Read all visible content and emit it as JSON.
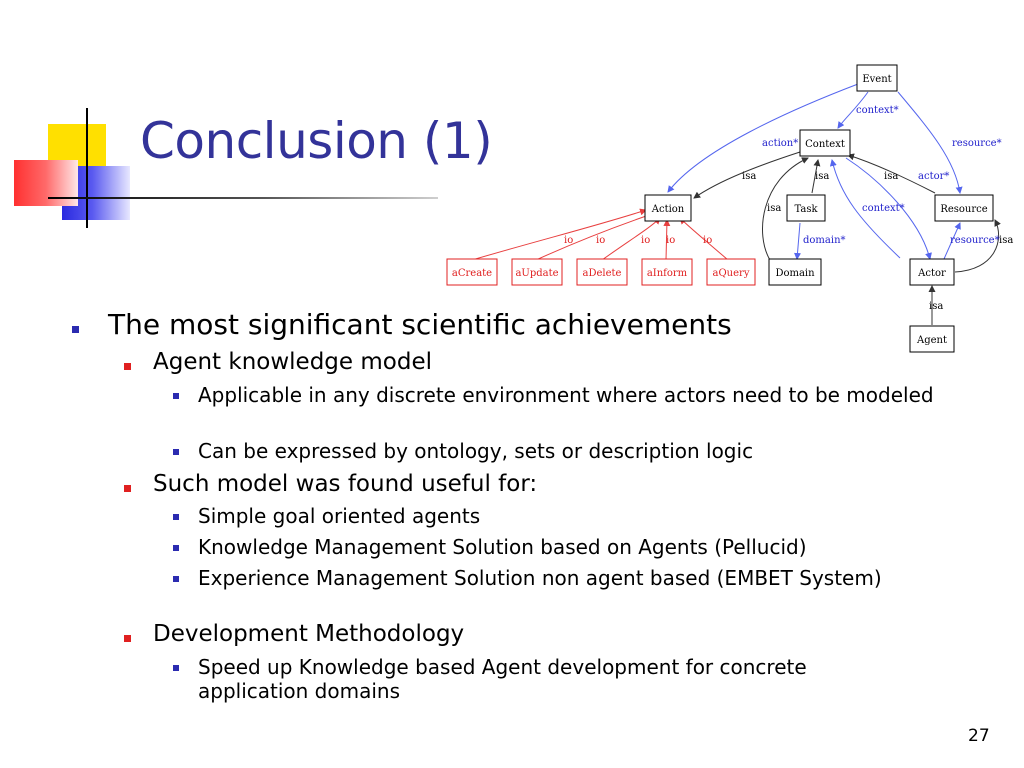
{
  "slide": {
    "title": "Conclusion (1)",
    "page_number": "27"
  },
  "diagram": {
    "nodes": {
      "event": "Event",
      "context": "Context",
      "action": "Action",
      "task": "Task",
      "resource": "Resource",
      "domain": "Domain",
      "actor": "Actor",
      "agent": "Agent",
      "acreate": "aCreate",
      "aupdate": "aUpdate",
      "adelete": "aDelete",
      "ainform": "aInform",
      "aquery": "aQuery"
    },
    "edge_labels": {
      "context_star_1": "context*",
      "action_star": "action*",
      "resource_star_1": "resource*",
      "isa_1": "isa",
      "isa_2": "isa",
      "isa_3": "isa",
      "actor_star": "actor*",
      "isa_task": "isa",
      "context_star_2": "context*",
      "domain_star": "domain*",
      "resource_star_2": "resource*",
      "isa_actor": "isa",
      "io_1": "io",
      "io_2": "io",
      "io_3": "io",
      "io_4": "io",
      "io_5": "io",
      "isa_agent": "isa"
    }
  },
  "bullets": [
    {
      "level": 1,
      "text": "The most significant scientific achievements"
    },
    {
      "level": 2,
      "text": "Agent knowledge model"
    },
    {
      "level": 3,
      "text": "Applicable in any discrete environment where actors need to be modeled"
    },
    {
      "level": 3,
      "text": "Can be expressed by ontology, sets or description logic"
    },
    {
      "level": 2,
      "text": "Such model was found useful for:"
    },
    {
      "level": 3,
      "text": "Simple goal oriented agents"
    },
    {
      "level": 3,
      "text": "Knowledge Management Solution based on Agents (Pellucid)"
    },
    {
      "level": 3,
      "text": "Experience Management Solution non agent based (EMBET System)"
    },
    {
      "level": 2,
      "text": "Development Methodology"
    },
    {
      "level": 3,
      "text": "Speed up Knowledge based Agent development for concrete application domains"
    }
  ],
  "colors": {
    "title": "#333399",
    "bullet_l1": "#2b2bb0",
    "bullet_l2": "#e02020",
    "diagram_red": "#e02020",
    "diagram_blue": "#2222cc"
  }
}
